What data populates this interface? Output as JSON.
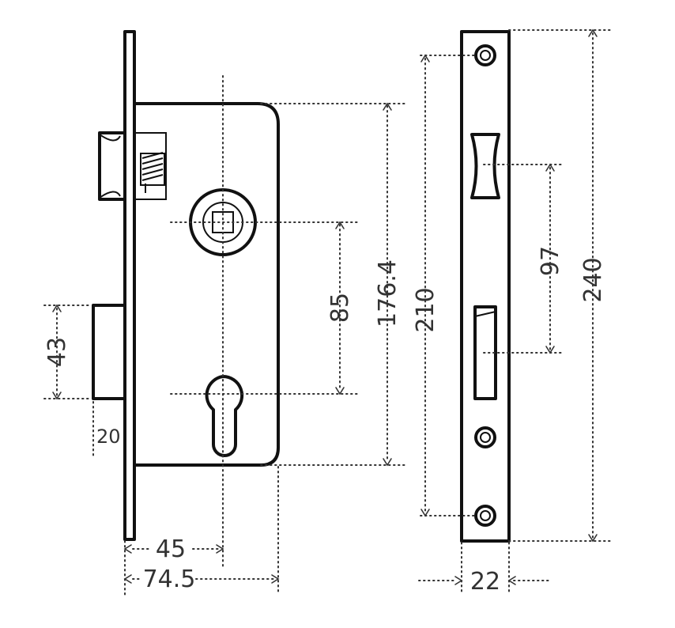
{
  "dimensions": {
    "latch_height": "43",
    "latch_offset": "20",
    "backset": "45",
    "case_depth": "74.5",
    "handle_to_cylinder": "85",
    "case_height": "176.4",
    "faceplate_screw_spacing": "210",
    "faceplate_slot_spacing": "97",
    "faceplate_length": "240",
    "faceplate_width": "22"
  }
}
